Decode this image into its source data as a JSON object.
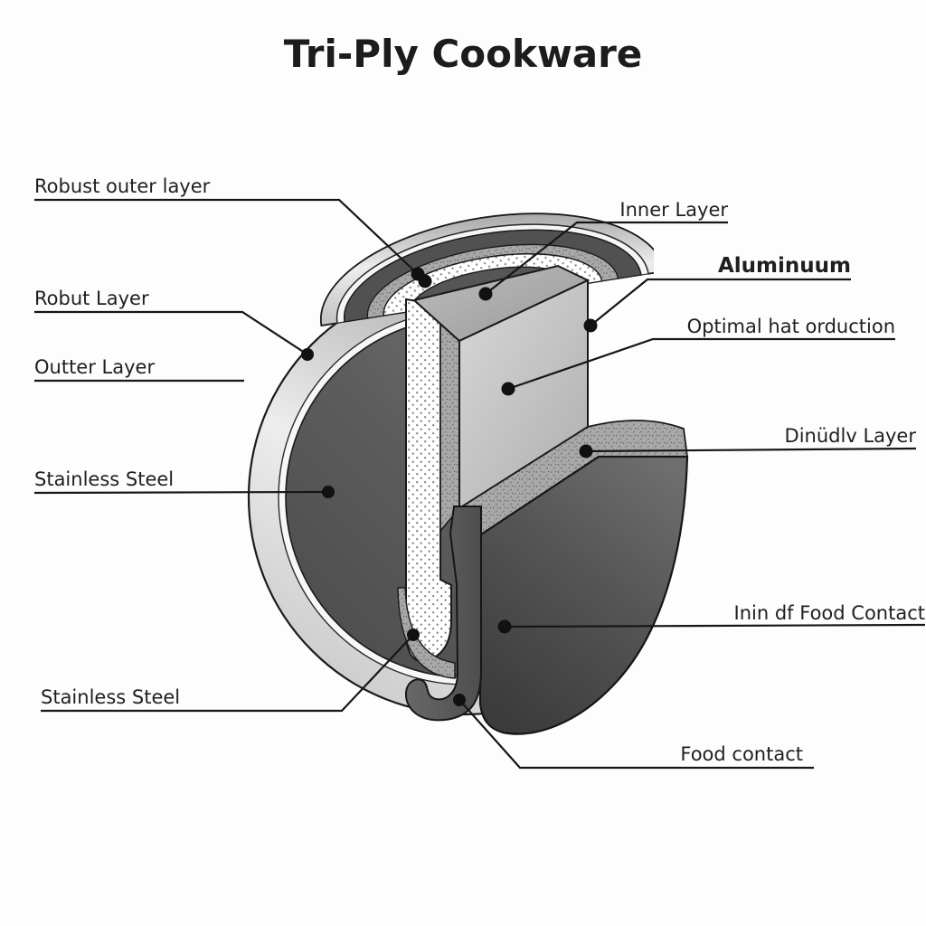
{
  "title": "Tri-Ply Cookware",
  "labels": {
    "left": [
      {
        "text": "Robust outer layer"
      },
      {
        "text": "Robut Layer"
      },
      {
        "text": "Outter Layer"
      },
      {
        "text": "Stainless Steel"
      },
      {
        "text": "Stainless Steel"
      }
    ],
    "right": [
      {
        "text": "Inner Layer"
      },
      {
        "text": "Aluminuum"
      },
      {
        "text": "Optimal hat orduction"
      },
      {
        "text": "Dinüdlv Layer"
      },
      {
        "text": "Inin df Food Contact"
      },
      {
        "text": "Food contact"
      }
    ]
  },
  "colors": {
    "background": "#fdfdfd",
    "line": "#161616",
    "text": "#1f1f1f",
    "metal_light": "#ededed",
    "metal_dark": "#9c9c9c",
    "dome_light": "#7a7a7a",
    "dome_dark": "#4a4a4a",
    "bowl_light": "#6e6e6e",
    "bowl_dark": "#3c3c3c",
    "block_light": "#d8d8d8",
    "block_dark": "#9a9a9a",
    "speckle_base": "#a9a9a9",
    "stipple_dot": "#868686"
  }
}
